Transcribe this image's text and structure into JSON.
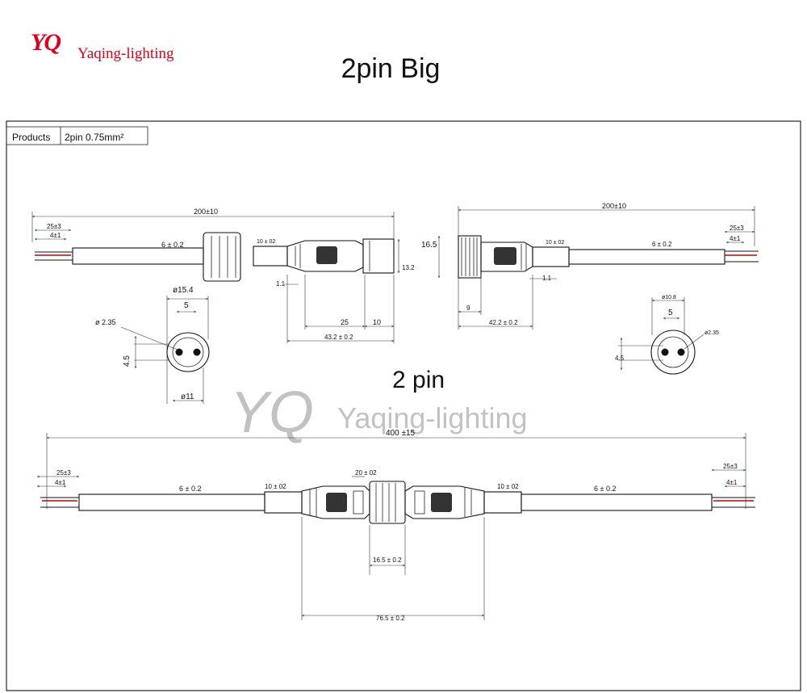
{
  "brand": {
    "logo_mark": "YQ",
    "logo_text": "Yaqing-lighting"
  },
  "page_title": "2pin Big",
  "spec_table": {
    "products_label": "Products",
    "products_value": "2pin  0.75mm²"
  },
  "watermark": "Yaqing-lighting",
  "center_label": "2 pin",
  "top_left": {
    "total_length": "200±10",
    "strip_outer": "25±3",
    "strip_inner": "4±1",
    "cable_dia": "6 ± 0.2",
    "sleeve": "10 ± 02",
    "height": "13.2",
    "gap": "1.1",
    "len_a": "25",
    "len_b": "10",
    "body": "43.2 ± 0.2"
  },
  "top_right": {
    "total_length": "200±10",
    "strip_outer": "25±3",
    "strip_inner": "4±1",
    "cable_dia": "6 ± 0.2",
    "sleeve": "10 ± 02",
    "height": "16.5",
    "gap": "1.1",
    "thread": "9",
    "body": "42.2 ± 0.2"
  },
  "female_face": {
    "outer": "ø15.4",
    "pitch": "5",
    "pin": "ø 2.35",
    "offset": "4.5",
    "inner": "ø11"
  },
  "male_face": {
    "outer": "ø10.8",
    "pitch": "5",
    "pin": "ø2.35",
    "offset": "4.5"
  },
  "bottom": {
    "total_length": "400 ±15",
    "strip_outer": "25±3",
    "strip_inner": "4±1",
    "cable_dia": "6 ± 0.2",
    "sleeve": "10 ± 02",
    "nut_width": "20 ± 02",
    "nut_dia": "16.5 ± 0.2",
    "assembly": "76.5 ± 0.2"
  }
}
